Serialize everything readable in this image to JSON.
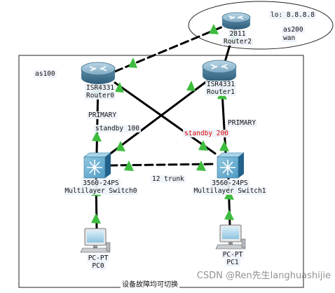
{
  "areas": {
    "as100": "as100",
    "wan_loopback": "lo: 8.8.8.8",
    "wan_as": "as200",
    "wan_label": "wan"
  },
  "devices": {
    "router_wan": {
      "model": "2811",
      "name": "Router2"
    },
    "router0": {
      "model": "ISR4331",
      "name": "Router0"
    },
    "router1": {
      "model": "ISR4331",
      "name": "Router1"
    },
    "switch0": {
      "model": "3560-24PS",
      "name": "Multilayer Switch0"
    },
    "switch1": {
      "model": "3560-24PS",
      "name": "Multilayer Switch1"
    },
    "pc0": {
      "model": "PC-PT",
      "name": "PC0"
    },
    "pc1": {
      "model": "PC-PT",
      "name": "PC1"
    }
  },
  "annotations": {
    "primary_left": "PRIMARY",
    "primary_right": "PRIMARY",
    "standby_left": "standby  100",
    "standby_right": "standby  200",
    "trunk": "12  trunk"
  },
  "colors": {
    "link": "#000000",
    "arrow": "#3ebc3e",
    "standby_highlight": "#e00000",
    "router_body": "#4a7f9c",
    "switch_body": "#2f7fa8"
  },
  "caption": "设备故障均可切换",
  "watermark": "CSDN @Ren先生langhuashijie"
}
